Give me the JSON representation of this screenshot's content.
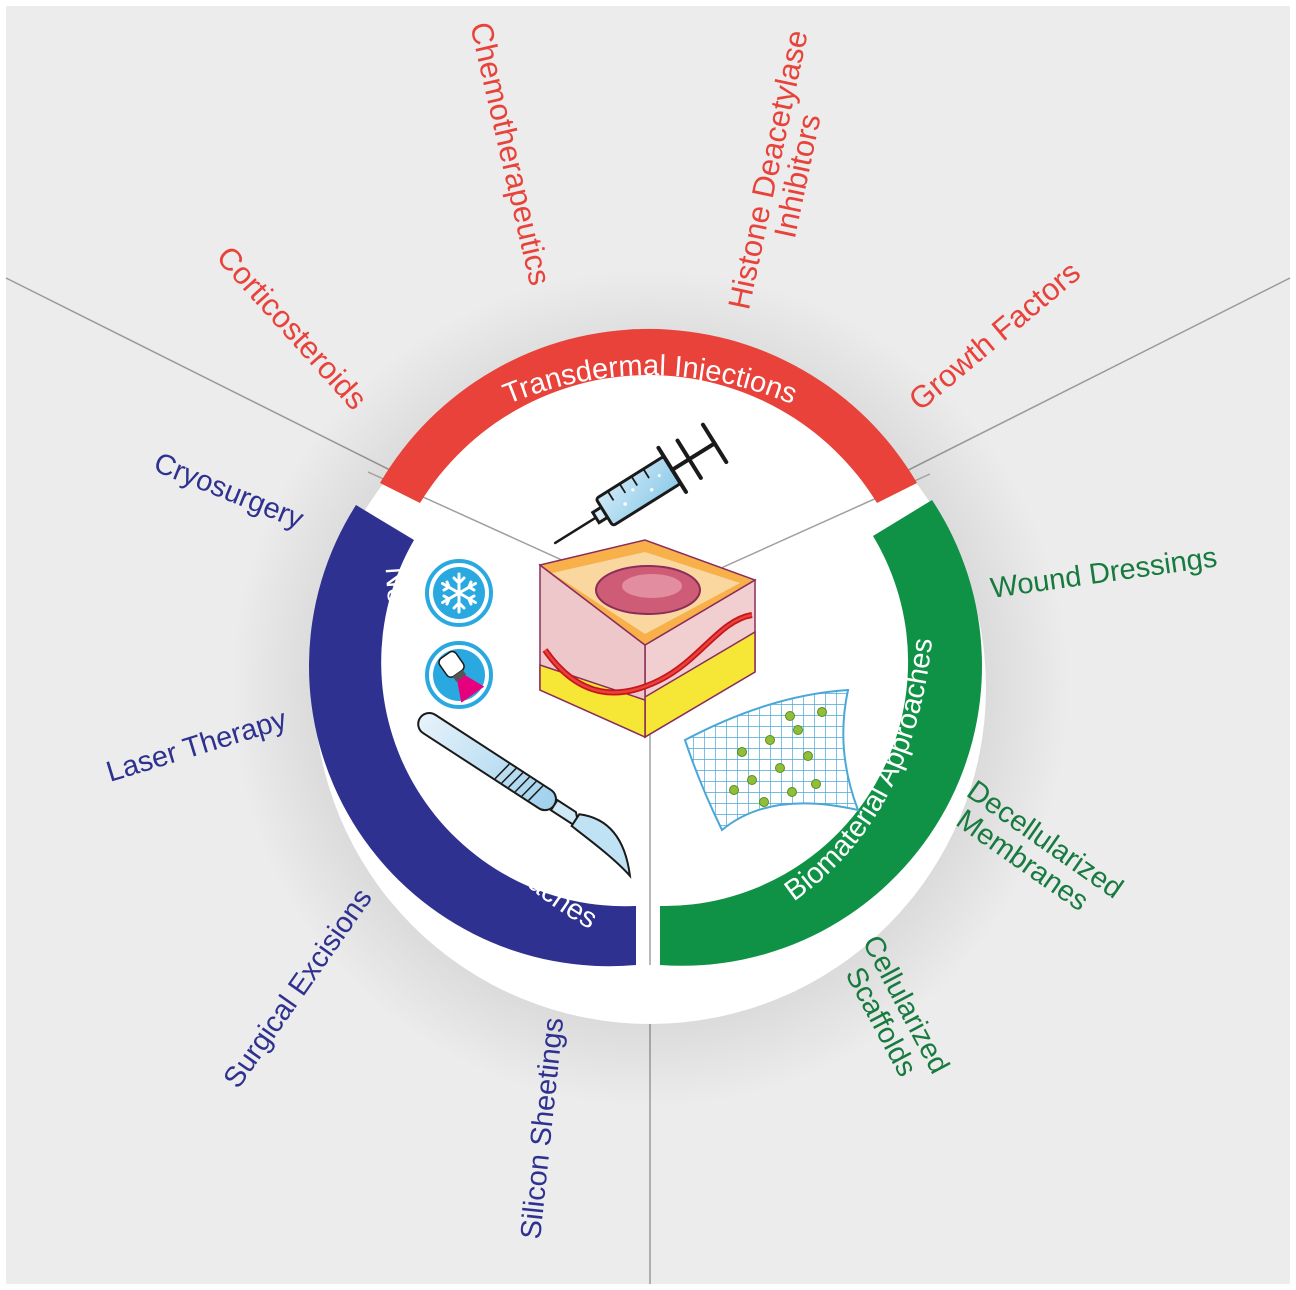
{
  "sections": {
    "transdermal": {
      "title": "Transdermal Injections",
      "color": "#e8423a",
      "items": [
        "Corticosteroids",
        "Chemotherapeutics",
        "Histone Deacetylase",
        "Inhibitors",
        "Growth Factors"
      ]
    },
    "non_pharmacological": {
      "title": "Non-pharmacological Approaches",
      "color": "#2e3190",
      "items": [
        "Cryosurgery",
        "Laser Therapy",
        "Surgical Excisions",
        "Silicon Sheetings"
      ]
    },
    "biomaterial": {
      "title": "Biomaterial Approaches",
      "color": "#0f9246",
      "items": [
        "Wound Dressings",
        "Decellularized",
        "Membranes",
        "Cellularized",
        "Scaffolds"
      ]
    }
  },
  "icons": [
    "syringe-icon",
    "skin-scar-icon",
    "snowflake-icon",
    "laser-icon",
    "scalpel-icon",
    "scaffold-mesh-icon"
  ]
}
